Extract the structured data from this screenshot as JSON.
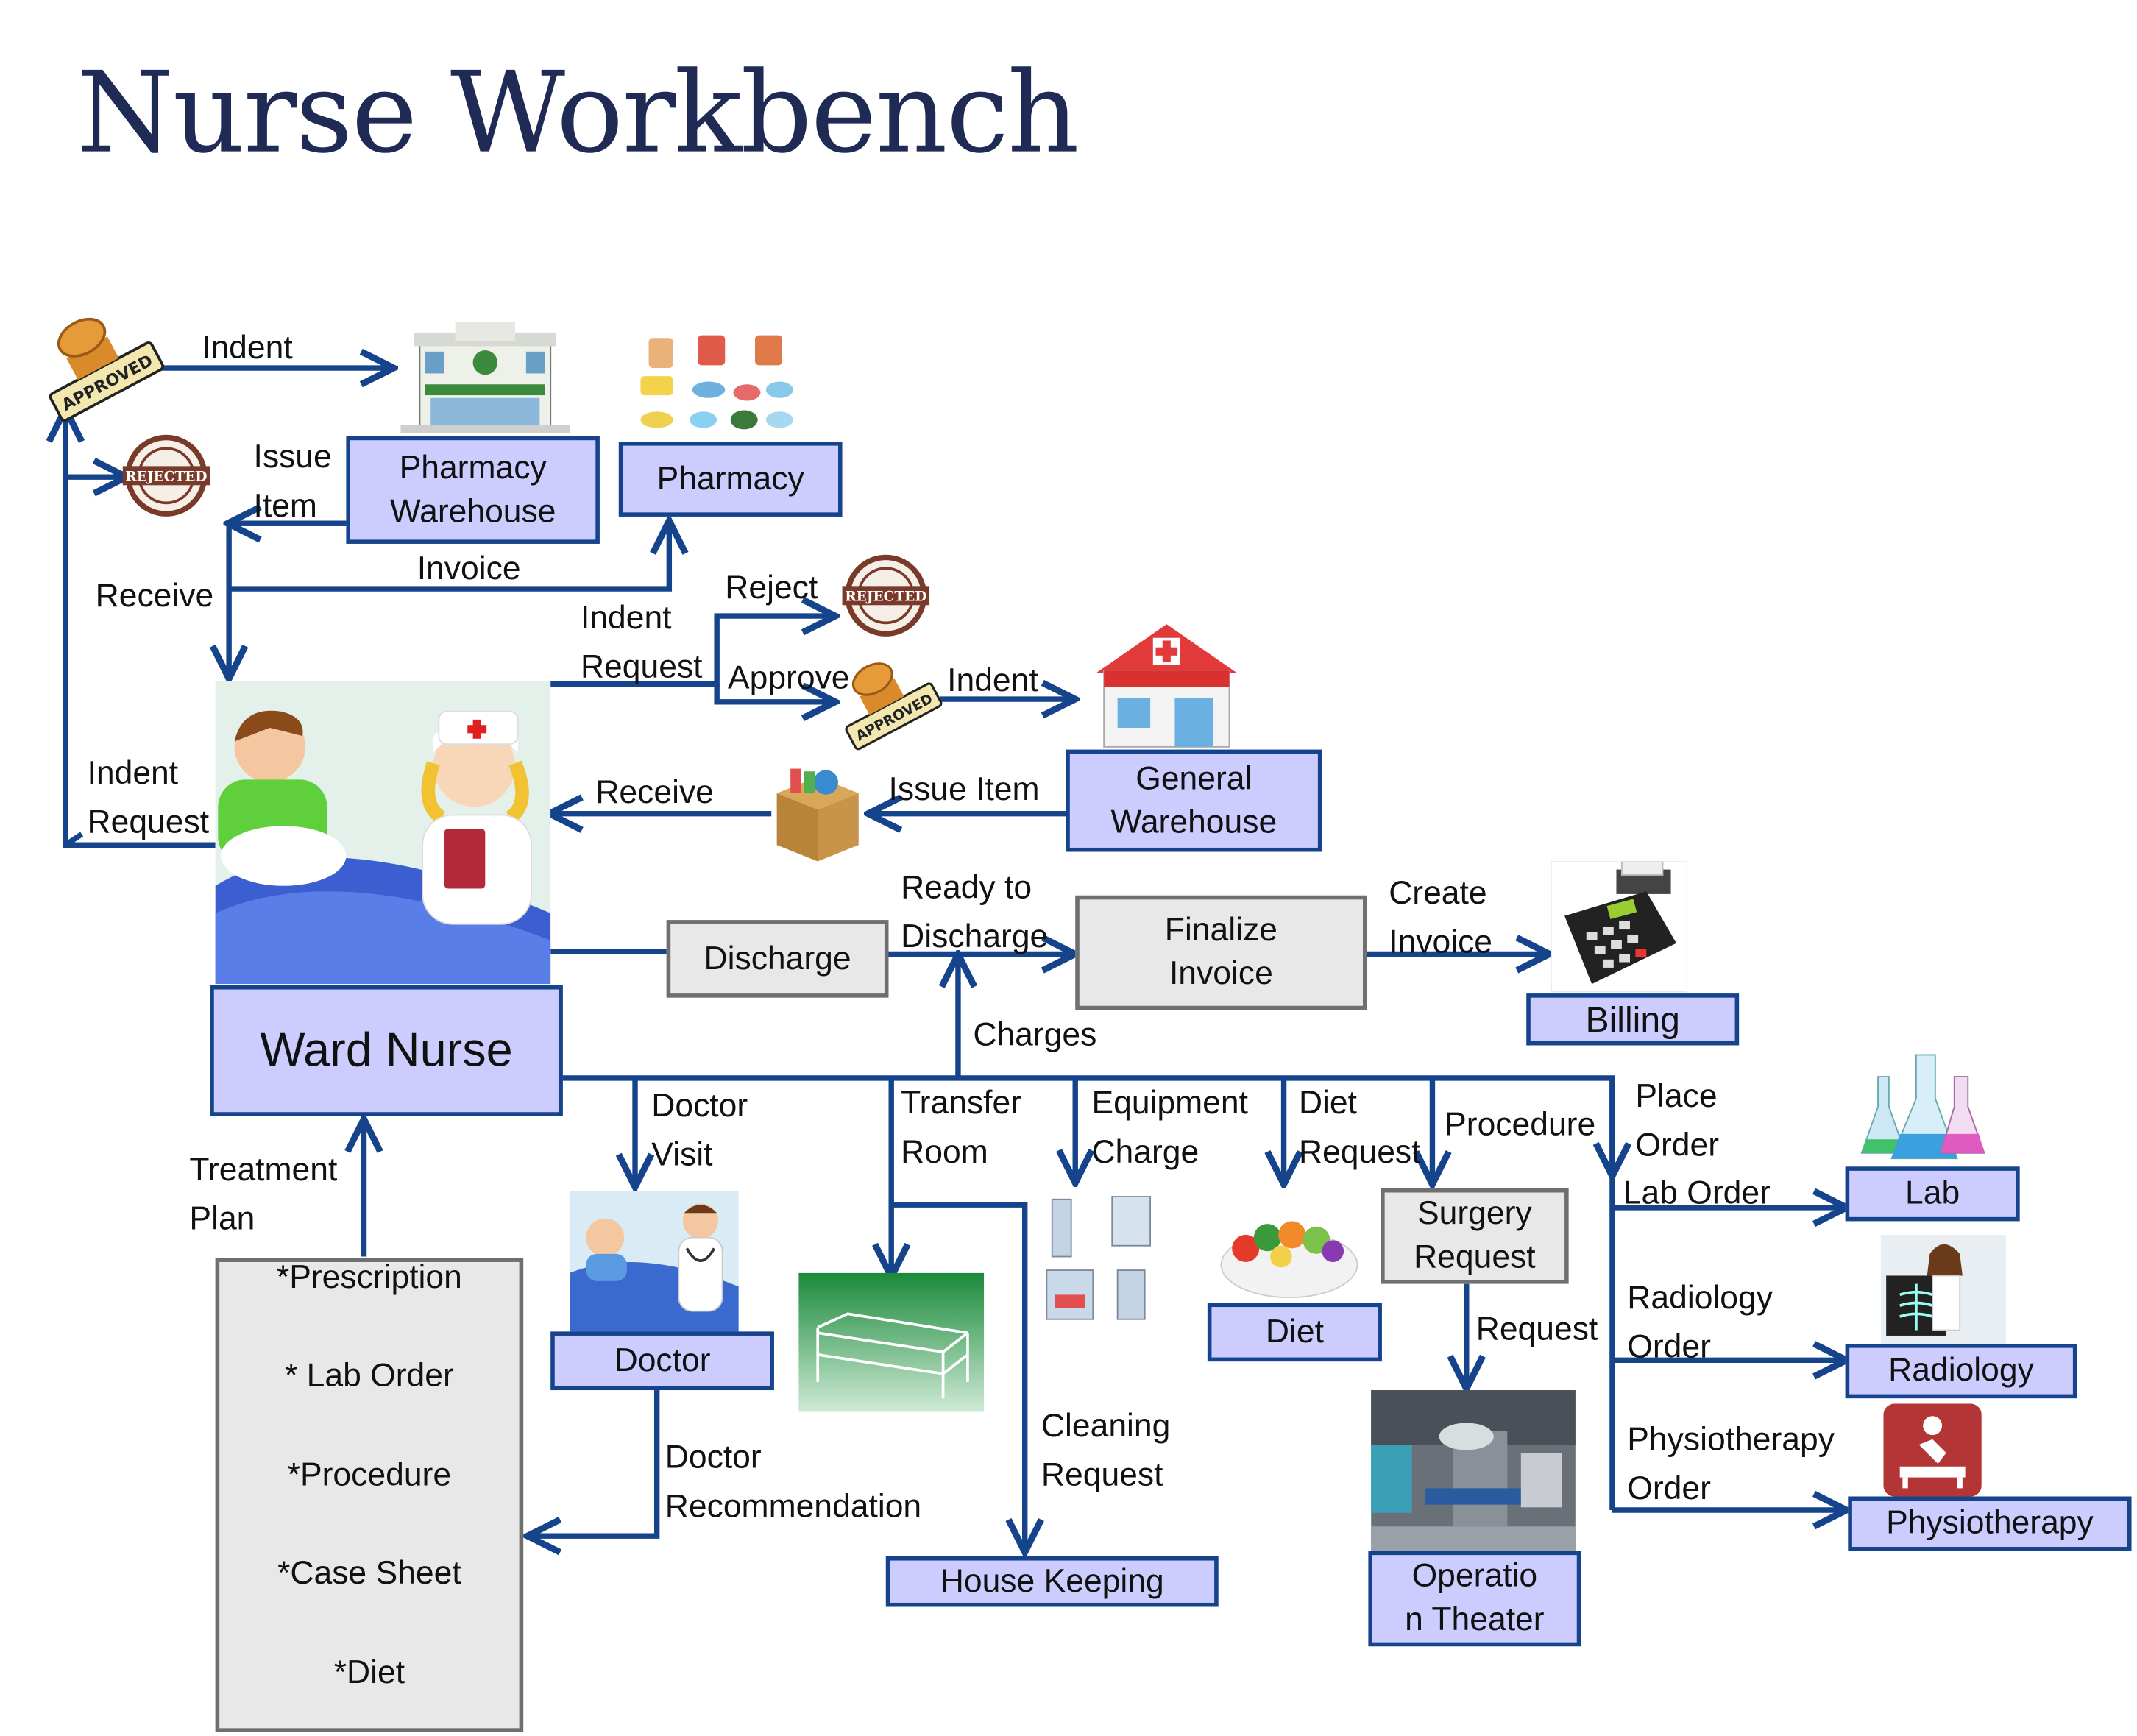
{
  "title": "Nurse Workbench",
  "nodes": {
    "pharmacy_warehouse": "Pharmacy\nWarehouse",
    "pharmacy": "Pharmacy",
    "general_warehouse": "General\nWarehouse",
    "discharge": "Discharge",
    "finalize_invoice": "Finalize\nInvoice",
    "billing": "Billing",
    "ward_nurse": "Ward Nurse",
    "lab": "Lab",
    "radiology": "Radiology",
    "physiotherapy": "Physiotherapy",
    "surgery_request": "Surgery\nRequest",
    "diet": "Diet",
    "doctor": "Doctor",
    "house_keeping": "House Keeping",
    "operation_theater": "Operatio\nn Theater"
  },
  "treatment_items": [
    "*Prescription",
    "* Lab  Order",
    "*Procedure",
    "*Case Sheet",
    "*Diet"
  ],
  "labels": {
    "indent_top": "Indent",
    "issue_item_pw": "Issue\nItem",
    "invoice": "Invoice",
    "receive_left": "Receive",
    "indent_request_mid": "Indent\nRequest",
    "reject": "Reject",
    "approve": "Approve",
    "indent_gw": "Indent",
    "indent_request_left": "Indent\nRequest",
    "receive_gw": "Receive",
    "issue_item_gw": "Issue Item",
    "ready_to_discharge": "Ready to\nDischarge",
    "create_invoice": "Create\nInvoice",
    "charges": "Charges",
    "treatment_plan": "Treatment\nPlan",
    "doctor_visit": "Doctor\nVisit",
    "transfer_room": "Transfer\nRoom",
    "equipment_charge": "Equipment\nCharge",
    "diet_request": "Diet\nRequest",
    "procedure": "Procedure",
    "place_order": "Place\nOrder",
    "lab_order": "Lab  Order",
    "radiology_order": "Radiology\nOrder",
    "physiotherapy_order": "Physiotherapy\nOrder",
    "request_ot": "Request",
    "cleaning_request": "Cleaning\nRequest",
    "doctor_recommendation": "Doctor\nRecommendation"
  },
  "stamps": {
    "approved": "APPROVED",
    "rejected": "REJECTED"
  },
  "colors": {
    "arrow": "#16448c",
    "box_fill": "#ccccff",
    "box_border": "#16448c",
    "gray_fill": "#e8e8e8",
    "gray_border": "#6f6f6f",
    "title": "#1f2a55"
  }
}
